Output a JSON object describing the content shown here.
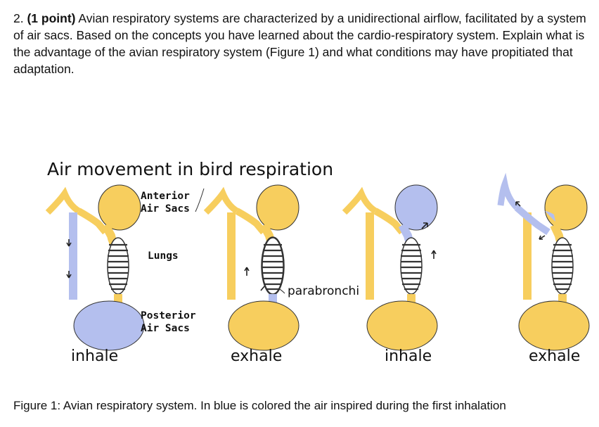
{
  "question": {
    "number": "2.",
    "points": "(1 point)",
    "text": "Avian respiratory systems are characterized by a unidirectional airflow, facilitated by a system of air sacs. Based on the concepts you have learned about the cardio-respiratory system. Explain what is the advantage of the avian respiratory system (Figure 1) and what conditions may have propitiated that adaptation."
  },
  "figure": {
    "title": "Air movement in bird respiration",
    "labels": {
      "anterior_line1": "Anterior",
      "anterior_line2": "Air Sacs",
      "lungs": "Lungs",
      "posterior_line1": "Posterior",
      "posterior_line2": "Air Sacs",
      "parabronchi": "parabronchi"
    },
    "phases": [
      "inhale",
      "exhale",
      "inhale",
      "exhale"
    ],
    "colors": {
      "inspired_air": "#b4bfee",
      "other_air": "#f7ce5e",
      "outline": "#333333"
    }
  },
  "caption": "Figure 1: Avian respiratory system. In blue is colored the air inspired during the first inhalation"
}
